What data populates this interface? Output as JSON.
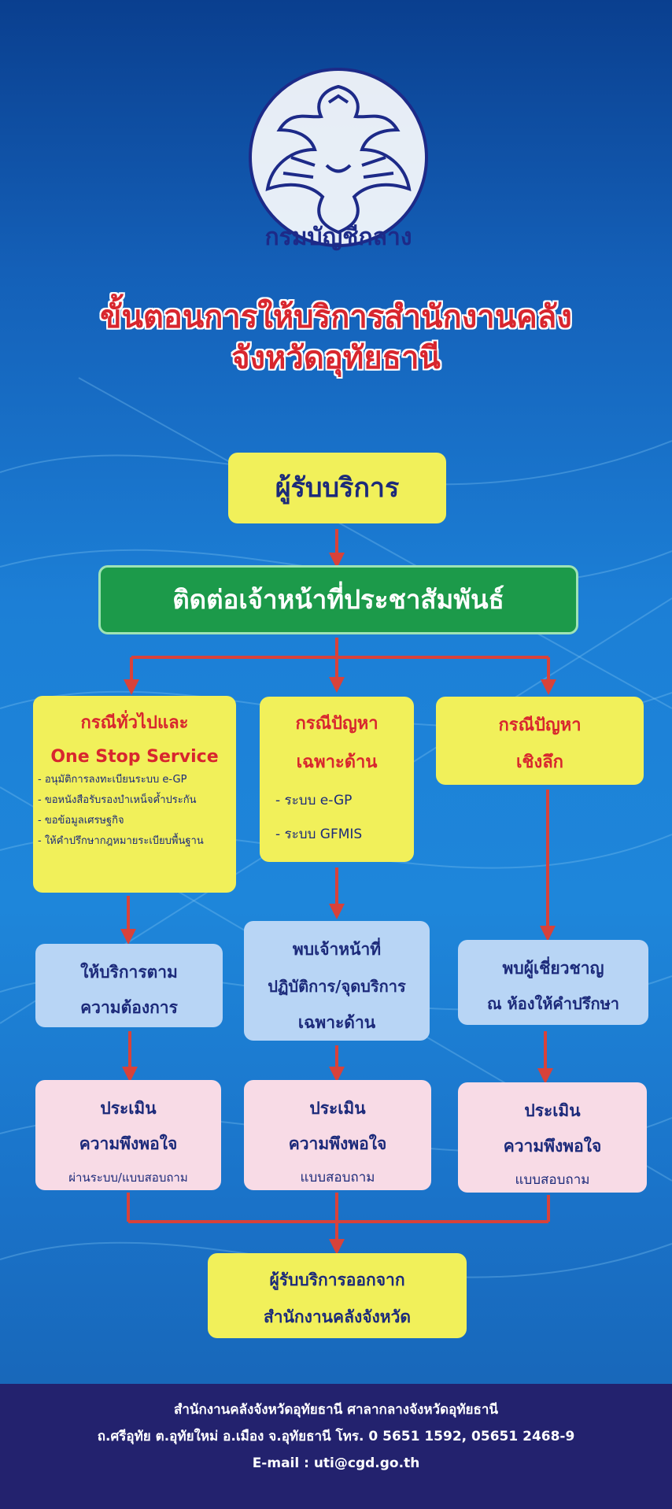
{
  "emblem": {
    "icon": "garuda-emblem-icon",
    "caption": "กรมบัญชีกลาง"
  },
  "title": {
    "line1": "ขั้นตอนการให้บริการสำนักงานคลัง",
    "line2": "จังหวัดอุทัยธานี"
  },
  "start": "ผู้รับบริการ",
  "contact": "ติดต่อเจ้าหน้าที่ประชาสัมพันธ์",
  "branches": [
    {
      "heading": [
        "กรณีทั่วไปและ",
        "One Stop Service"
      ],
      "items": [
        "- อนุมัติการลงทะเบียนระบบ e-GP",
        "- ขอหนังสือรับรองบำเหน็จค้ำประกัน",
        "- ขอข้อมูลเศรษฐกิจ",
        "- ให้คำปรึกษากฎหมายระเบียบพื้นฐาน"
      ],
      "service": [
        "ให้บริการตาม",
        "ความต้องการ"
      ],
      "eval": [
        "ประเมิน",
        "ความพึงพอใจ",
        "ผ่านระบบ/แบบสอบถาม"
      ]
    },
    {
      "heading": [
        "กรณีปัญหา",
        "เฉพาะด้าน"
      ],
      "items": [
        "- ระบบ e-GP",
        "- ระบบ GFMIS"
      ],
      "service": [
        "พบเจ้าหน้าที่",
        "ปฏิบัติการ/จุดบริการ",
        "เฉพาะด้าน"
      ],
      "eval": [
        "ประเมิน",
        "ความพึงพอใจ",
        "แบบสอบถาม"
      ]
    },
    {
      "heading": [
        "กรณีปัญหา",
        "เชิงลึก"
      ],
      "items": [],
      "service": [
        "พบผู้เชี่ยวชาญ",
        "ณ ห้องให้คำปรึกษา"
      ],
      "eval": [
        "ประเมิน",
        "ความพึงพอใจ",
        "แบบสอบถาม"
      ]
    }
  ],
  "end": [
    "ผู้รับบริการออกจาก",
    "สำนักงานคลังจังหวัด"
  ],
  "footer": {
    "line1": "สำนักงานคลังจังหวัดอุทัยธานี ศาลากลางจังหวัดอุทัยธานี",
    "line2": "ถ.ศรีอุทัย ต.อุทัยใหม่ อ.เมือง จ.อุทัยธานี โทร. 0 5651 1592, 05651 2468-9",
    "line3": "E-mail : uti@cgd.go.th"
  },
  "colors": {
    "arrow": "#d8423a",
    "title": "#d8262e",
    "box_yellow": "#f1f05a",
    "box_green": "#1c9a4a",
    "box_blue": "#b8d5f5",
    "box_pink": "#f8dbe6",
    "footer": "#23226e"
  }
}
